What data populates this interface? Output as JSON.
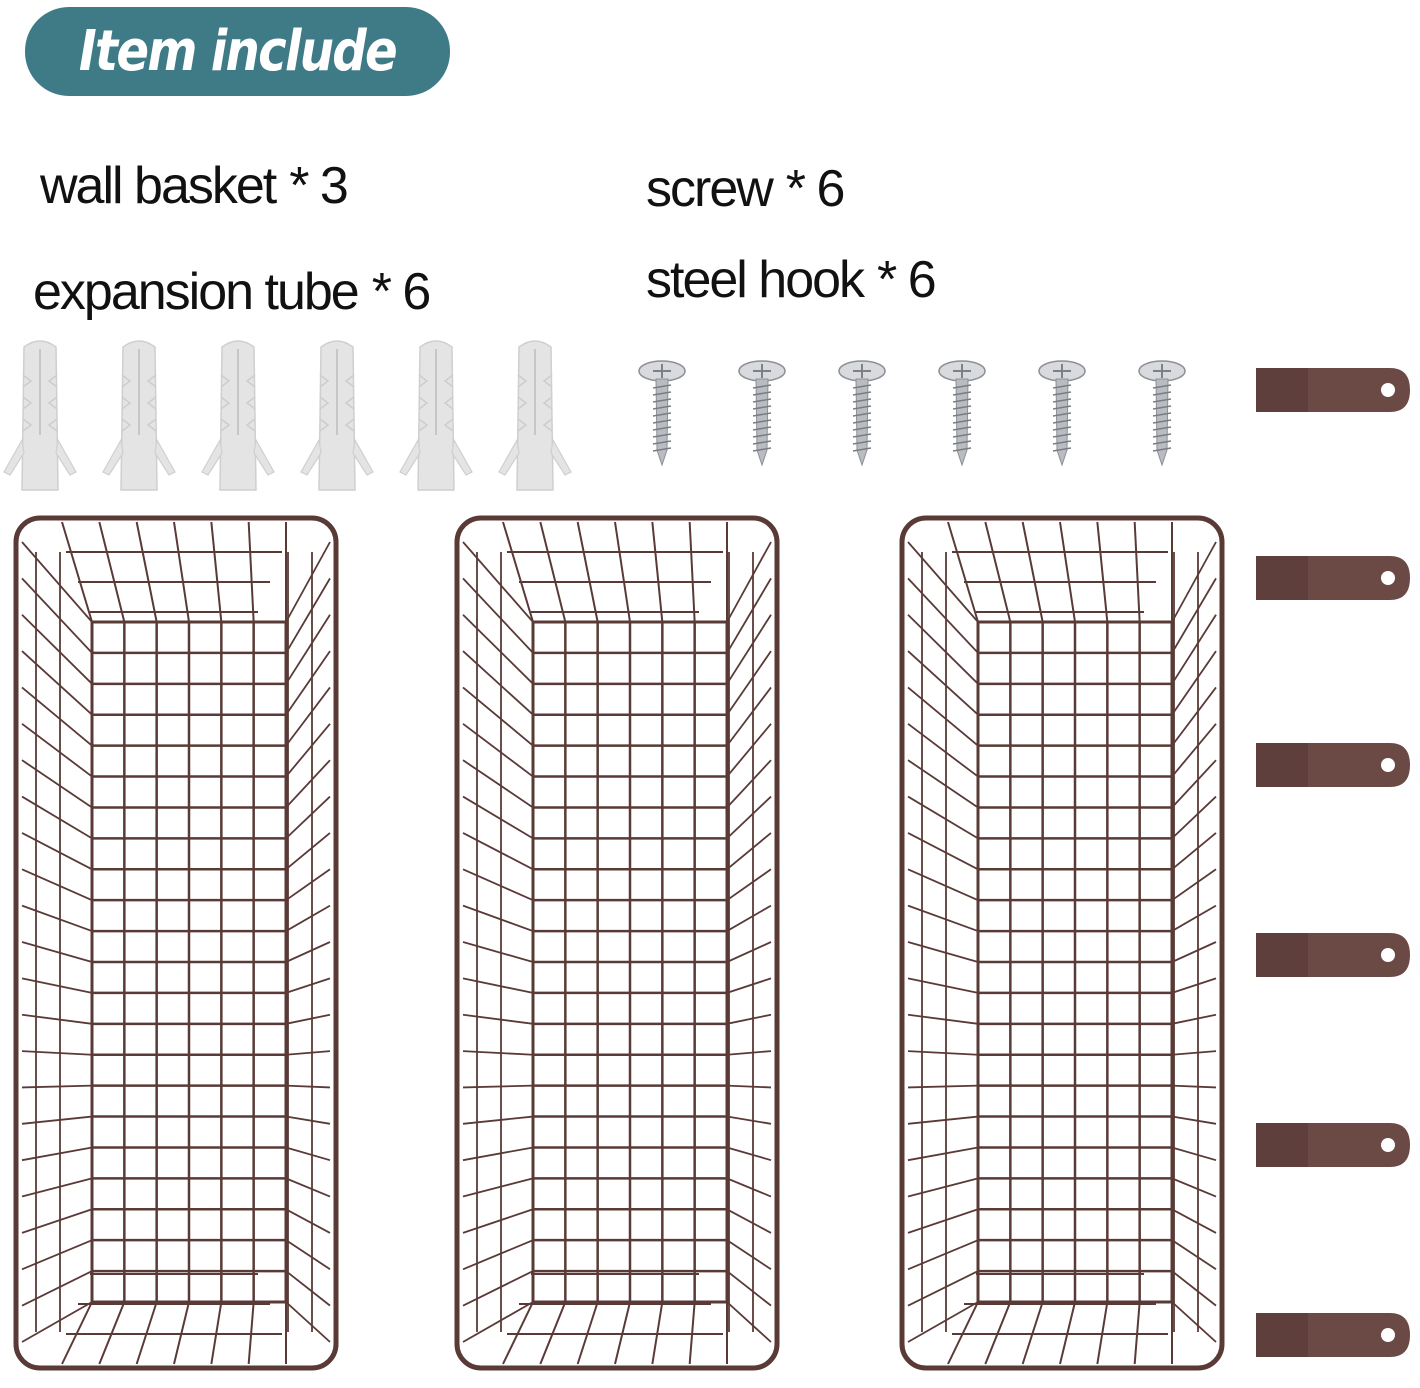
{
  "header": {
    "title": "Item include"
  },
  "items": [
    {
      "name": "wall basket",
      "quantity": "* 3"
    },
    {
      "name": "expansion tube",
      "quantity": "* 6"
    },
    {
      "name": "screw",
      "quantity": "* 6"
    },
    {
      "name": "steel hook",
      "quantity": "* 6"
    }
  ],
  "colors": {
    "badge": "#3e7b87",
    "wire": "#5a3a36",
    "hook": "#6b4a45",
    "tube": "#e4e4e4",
    "screw": "#b9bcc0"
  },
  "icons": {
    "tube": "expansion-tube-icon",
    "screw": "screw-icon",
    "hook": "steel-hook-icon",
    "basket": "wire-basket-icon"
  }
}
